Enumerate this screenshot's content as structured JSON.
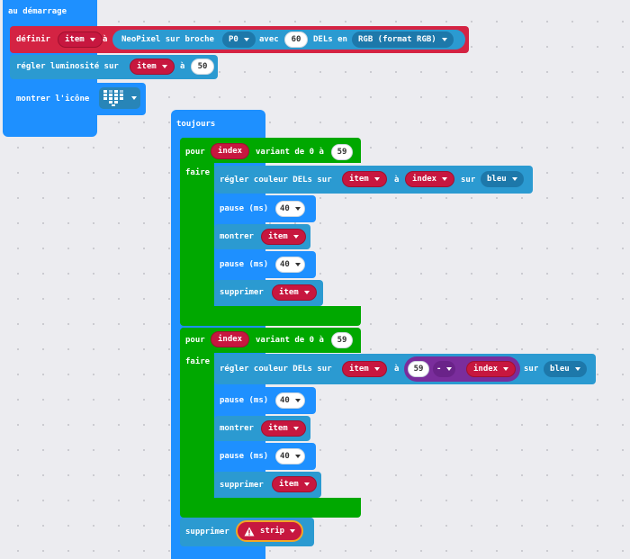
{
  "on_start": {
    "header": "au démarrage",
    "set_strip": {
      "label": "définir",
      "var": "item",
      "to": "à",
      "neopixel": "NeoPixel sur broche",
      "pin": "P0",
      "with": "avec",
      "count": "60",
      "leds_in": "DELs en",
      "mode": "RGB (format RGB)"
    },
    "brightness": {
      "label": "régler luminosité sur",
      "var": "item",
      "to": "à",
      "value": "50"
    },
    "show_icon": {
      "label": "montrer l'icône",
      "icon": "heart-icon"
    }
  },
  "forever": {
    "header": "toujours",
    "loop1": {
      "for": "pour",
      "var": "index",
      "range_text": "variant de 0 à",
      "end": "59",
      "do": "faire",
      "set_color": {
        "label": "régler couleur DELs sur",
        "var": "item",
        "to": "à",
        "index": "index",
        "on": "sur",
        "color": "bleu"
      },
      "pause1": {
        "label": "pause (ms)",
        "value": "40"
      },
      "show": {
        "label": "montrer",
        "var": "item"
      },
      "pause2": {
        "label": "pause (ms)",
        "value": "40"
      },
      "clear": {
        "label": "supprimer",
        "var": "item"
      }
    },
    "loop2": {
      "for": "pour",
      "var": "index",
      "range_text": "variant de 0 à",
      "end": "59",
      "do": "faire",
      "set_color": {
        "label": "régler couleur DELs sur",
        "var": "item",
        "to": "à",
        "minuend": "59",
        "op": "-",
        "index": "index",
        "on": "sur",
        "color": "bleu"
      },
      "pause1": {
        "label": "pause (ms)",
        "value": "40"
      },
      "show": {
        "label": "montrer",
        "var": "item"
      },
      "pause2": {
        "label": "pause (ms)",
        "value": "40"
      },
      "clear": {
        "label": "supprimer",
        "var": "item"
      }
    },
    "clear_strip": {
      "label": "supprimer",
      "var": "strip",
      "warning_icon": "warning-icon"
    }
  },
  "colors": {
    "events": "#1e90ff",
    "variables": "#d42343",
    "neopixel": "#2b9ad1",
    "loops": "#00a800",
    "math": "#7a2d9c"
  }
}
